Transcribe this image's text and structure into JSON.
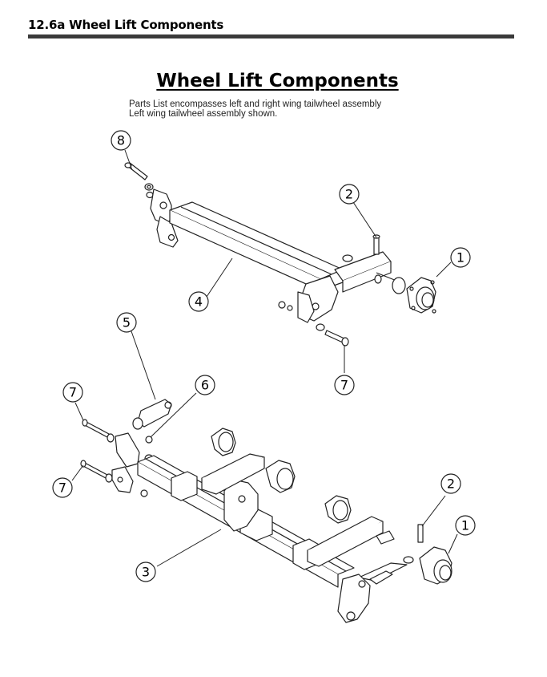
{
  "section": {
    "title": "12.6a  Wheel Lift Components"
  },
  "drawing": {
    "title": "Wheel Lift Components",
    "note_line1": "Parts List encompasses left and right wing tailwheel assembly",
    "note_line2": "Left wing tailwheel assembly shown."
  },
  "callouts": [
    {
      "id": "callout-8-top",
      "label": "8"
    },
    {
      "id": "callout-2-top",
      "label": "2"
    },
    {
      "id": "callout-1-top",
      "label": "1"
    },
    {
      "id": "callout-4",
      "label": "4"
    },
    {
      "id": "callout-5",
      "label": "5"
    },
    {
      "id": "callout-7-mid",
      "label": "7"
    },
    {
      "id": "callout-7-left",
      "label": "7"
    },
    {
      "id": "callout-6",
      "label": "6"
    },
    {
      "id": "callout-7-bottom",
      "label": "7"
    },
    {
      "id": "callout-2-bottom",
      "label": "2"
    },
    {
      "id": "callout-1-bottom",
      "label": "1"
    },
    {
      "id": "callout-3",
      "label": "3"
    }
  ]
}
